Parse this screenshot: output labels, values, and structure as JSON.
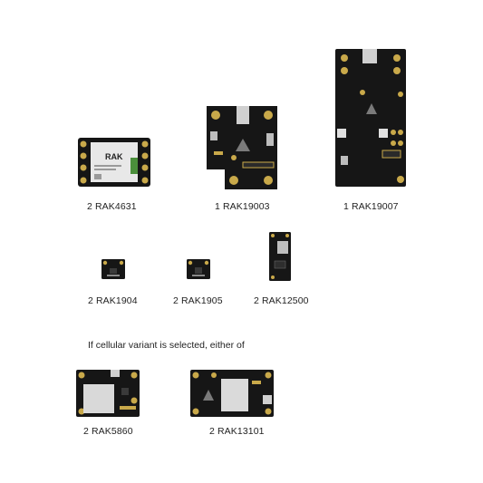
{
  "modules": [
    {
      "id": "rak4631",
      "qty": "2",
      "name": "RAK4631",
      "chip_label": "RAK"
    },
    {
      "id": "rak19003",
      "qty": "1",
      "name": "RAK19003"
    },
    {
      "id": "rak19007",
      "qty": "1",
      "name": "RAK19007"
    },
    {
      "id": "rak1904",
      "qty": "2",
      "name": "RAK1904"
    },
    {
      "id": "rak1905",
      "qty": "2",
      "name": "RAK1905"
    },
    {
      "id": "rak12500",
      "qty": "2",
      "name": "RAK12500"
    }
  ],
  "cellular_note": "If cellular variant is selected, either of",
  "cellular_modules": [
    {
      "id": "rak5860",
      "qty": "2",
      "name": "RAK5860"
    },
    {
      "id": "rak13101",
      "qty": "2",
      "name": "RAK13101"
    }
  ],
  "colors": {
    "pcb": "#141414",
    "gold": "#c9a94a",
    "shield": "#d9d9d9",
    "green": "#4b8f3b"
  }
}
